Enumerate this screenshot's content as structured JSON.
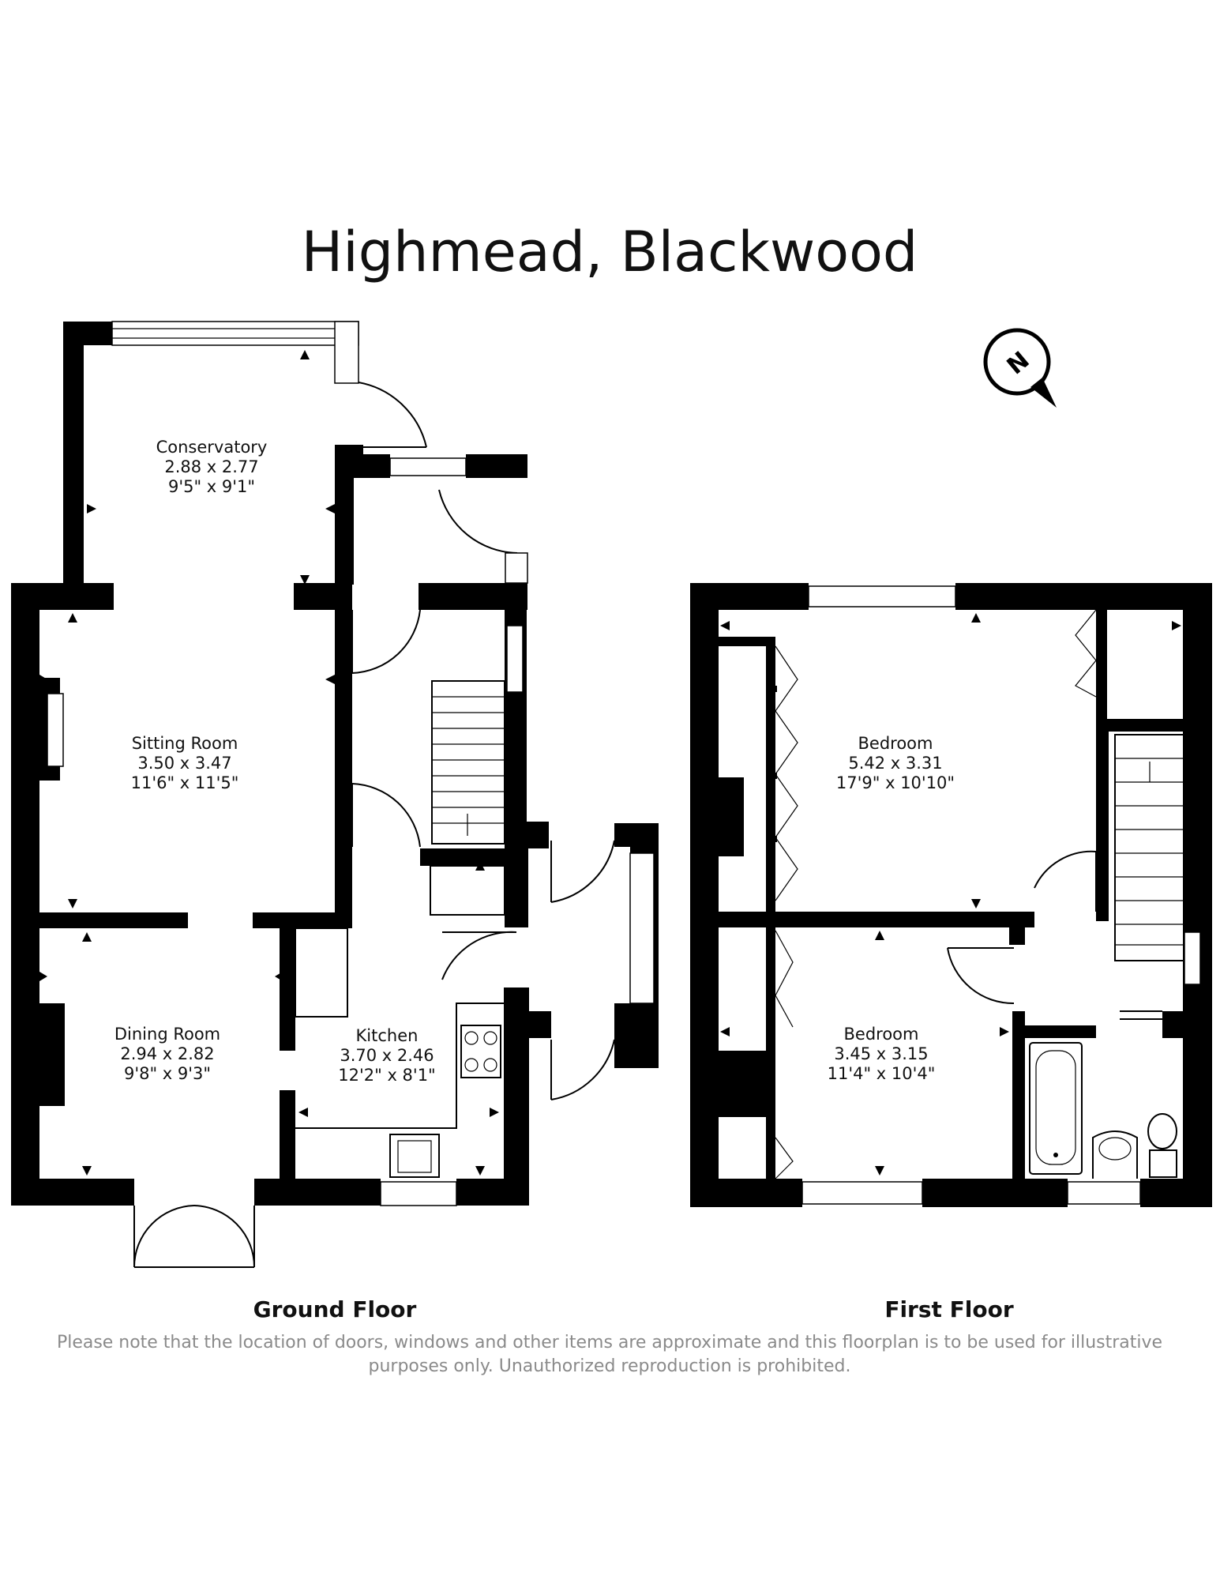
{
  "title": "Highmead, Blackwood",
  "compass": {
    "label": "N",
    "icon": "north-compass-icon"
  },
  "ground_floor": {
    "label": "Ground Floor",
    "rooms": [
      {
        "name": "Conservatory",
        "metric": "2.88 x 2.77",
        "imperial": "9'5\" x 9'1\""
      },
      {
        "name": "Sitting Room",
        "metric": "3.50 x 3.47",
        "imperial": "11'6\" x 11'5\""
      },
      {
        "name": "Dining Room",
        "metric": "2.94 x 2.82",
        "imperial": "9'8\" x 9'3\""
      },
      {
        "name": "Kitchen",
        "metric": "3.70 x 2.46",
        "imperial": "12'2\" x 8'1\""
      }
    ]
  },
  "first_floor": {
    "label": "First Floor",
    "rooms": [
      {
        "name": "Bedroom",
        "metric": "5.42 x 3.31",
        "imperial": "17'9\" x 10'10\""
      },
      {
        "name": "Bedroom",
        "metric": "3.45 x 3.15",
        "imperial": "11'4\" x 10'4\""
      }
    ]
  },
  "disclaimer": {
    "line1": "Please note that the location of doors, windows and other items are approximate and this floorplan is to be used for illustrative",
    "line2": "purposes only. Unauthorized reproduction is prohibited."
  }
}
